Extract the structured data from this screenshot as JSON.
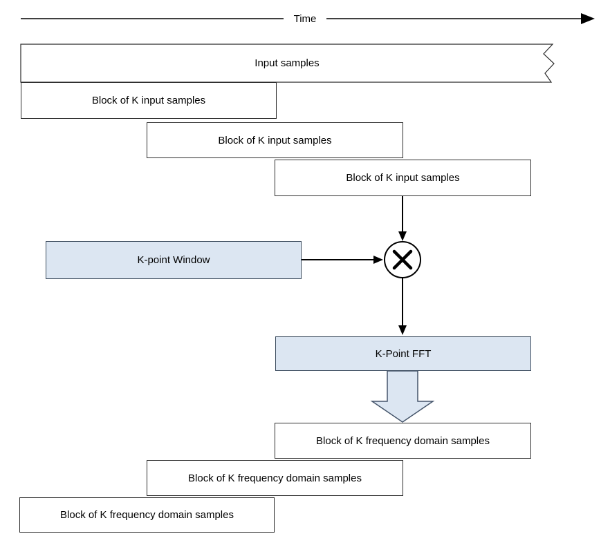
{
  "diagram": {
    "title_hint": "Overlapped FFT processing block diagram",
    "time_axis": {
      "label": "Time"
    },
    "input_stream": {
      "label": "Input samples"
    },
    "input_blocks": [
      {
        "label": "Block of K input samples"
      },
      {
        "label": "Block of K input samples"
      },
      {
        "label": "Block of K input samples"
      }
    ],
    "window": {
      "label": "K-point Window"
    },
    "fft": {
      "label": "K-Point FFT"
    },
    "output_blocks": [
      {
        "label": "Block of K frequency domain samples"
      },
      {
        "label": "Block of K frequency domain samples"
      },
      {
        "label": "Block of K frequency domain samples"
      }
    ],
    "icons": {
      "multiply": "✕",
      "time_arrowhead": "▶",
      "block_down_arrow": "⬇"
    },
    "colors": {
      "highlight_fill": "#dce6f2",
      "box_fill": "#ffffff",
      "box_border": "#2b2b2b",
      "blue_border": "#3a4a5c",
      "arrow": "#000000"
    }
  }
}
